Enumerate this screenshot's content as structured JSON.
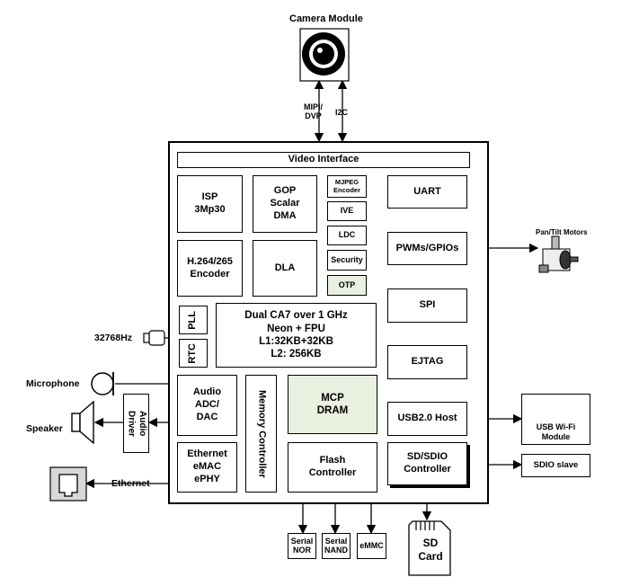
{
  "camera": {
    "label": "Camera Module"
  },
  "links": {
    "mipi": "MIPI/\nDVP",
    "i2c": "I2C"
  },
  "chip": {
    "video_interface": "Video Interface",
    "isp": "ISP\n3Mp30",
    "gop": "GOP\nScalar\nDMA",
    "mjpeg": "MJPEG\nEncoder",
    "ive": "IVE",
    "ldc": "LDC",
    "security": "Security",
    "otp": "OTP",
    "h264": "H.264/265\nEncoder",
    "dla": "DLA",
    "uart": "UART",
    "pwm": "PWMs/GPIOs",
    "spi": "SPI",
    "pll": "PLL",
    "rtc": "RTC",
    "cpu": "Dual CA7 over 1 GHz\nNeon + FPU\nL1:32KB+32KB\nL2: 256KB",
    "ejtag": "EJTAG",
    "audio": "Audio\nADC/\nDAC",
    "memctrl": "Memory Controller",
    "mcp": "MCP\nDRAM",
    "usb": "USB2.0 Host",
    "ethernet": "Ethernet\neMAC\nePHY",
    "flash": "Flash\nController",
    "sdio": "SD/SDIO\nController"
  },
  "external": {
    "crystal": "32768Hz",
    "microphone": "Microphone",
    "speaker": "Speaker",
    "audio_driver": "Audio\nDriver",
    "ethernet": "Ethernet",
    "motors": "Pan/Tilt Motors",
    "usb_wifi": "USB Wi-Fi\nModule",
    "sdio_slave": "SDIO slave",
    "serial_nor": "Serial\nNOR",
    "serial_nand": "Serial\nNAND",
    "emmc": "eMMC",
    "sd_card": "SD\nCard"
  }
}
